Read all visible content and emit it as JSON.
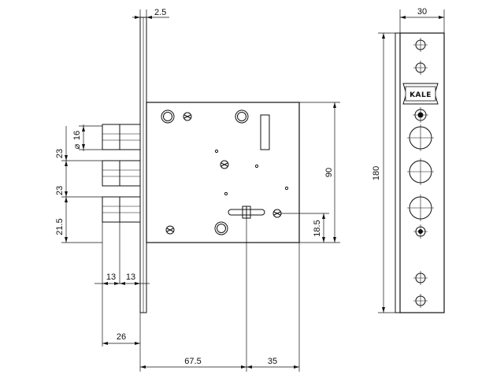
{
  "logo": {
    "text": "KALE"
  },
  "dimensions": {
    "faceplate_thickness": "2.5",
    "faceplate_width": "30",
    "faceplate_height": "180",
    "body_height": "90",
    "handle_offset": "18.5",
    "bolt_diameter": "16",
    "diameter_symbol": "⌀",
    "bolt_spacing_1": "23",
    "bolt_spacing_2": "23",
    "bolt_to_bottom": "21.5",
    "bolt_width_1": "13",
    "bolt_width_2": "13",
    "bolt_throw": "26",
    "backset": "67.5",
    "handle_to_end": "35"
  }
}
